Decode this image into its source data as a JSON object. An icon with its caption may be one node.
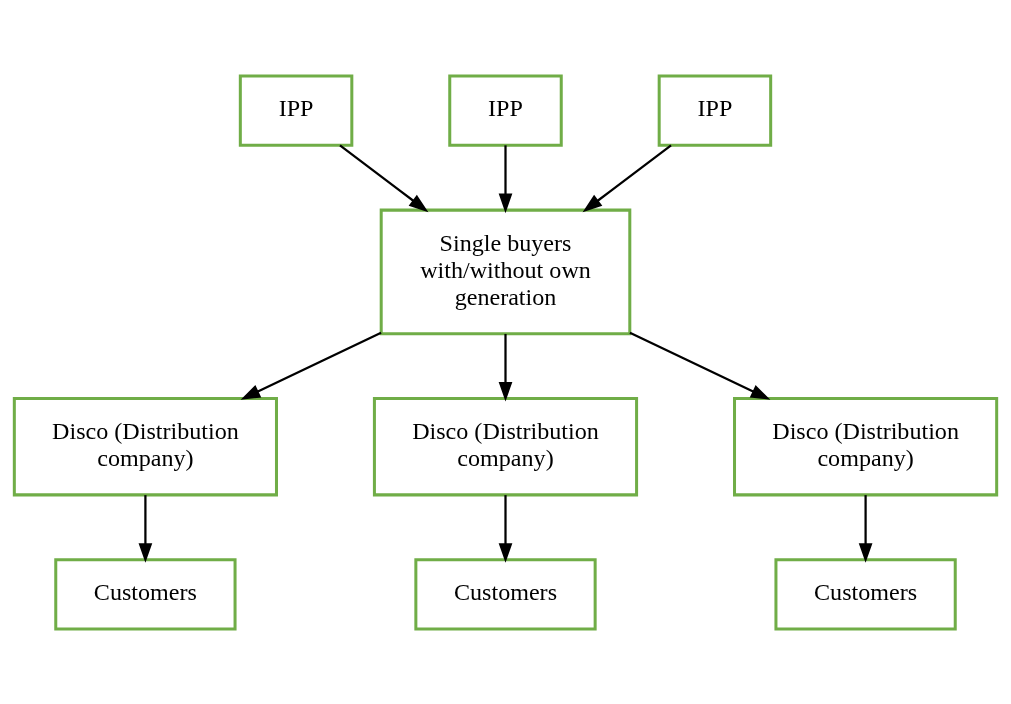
{
  "diagram": {
    "nodes": [
      {
        "text": [
          "IPP"
        ]
      },
      {
        "text": [
          "IPP"
        ]
      },
      {
        "text": [
          "IPP"
        ]
      },
      {
        "text": [
          "Single buyers with/without own generation"
        ]
      },
      {
        "text": [
          "Disco (Distribution company)"
        ]
      },
      {
        "text": [
          "Disco (Distribution company)"
        ]
      },
      {
        "text": [
          "Disco (Distribution company)"
        ]
      },
      {
        "text": [
          "Customers"
        ]
      },
      {
        "text": [
          "Customers"
        ]
      },
      {
        "text": [
          "Customers"
        ]
      }
    ],
    "edges": [
      {
        "from": 0,
        "to": 3,
        "arrow": "to"
      },
      {
        "from": 1,
        "to": 3,
        "arrow": "to"
      },
      {
        "from": 2,
        "to": 3,
        "arrow": "to"
      },
      {
        "from": 3,
        "to": 4,
        "arrow": "to"
      },
      {
        "from": 3,
        "to": 5,
        "arrow": "to"
      },
      {
        "from": 3,
        "to": 6,
        "arrow": "to"
      },
      {
        "from": 4,
        "to": 7,
        "arrow": "to"
      },
      {
        "from": 5,
        "to": 8,
        "arrow": "to"
      },
      {
        "from": 6,
        "to": 9,
        "arrow": "to"
      }
    ]
  }
}
